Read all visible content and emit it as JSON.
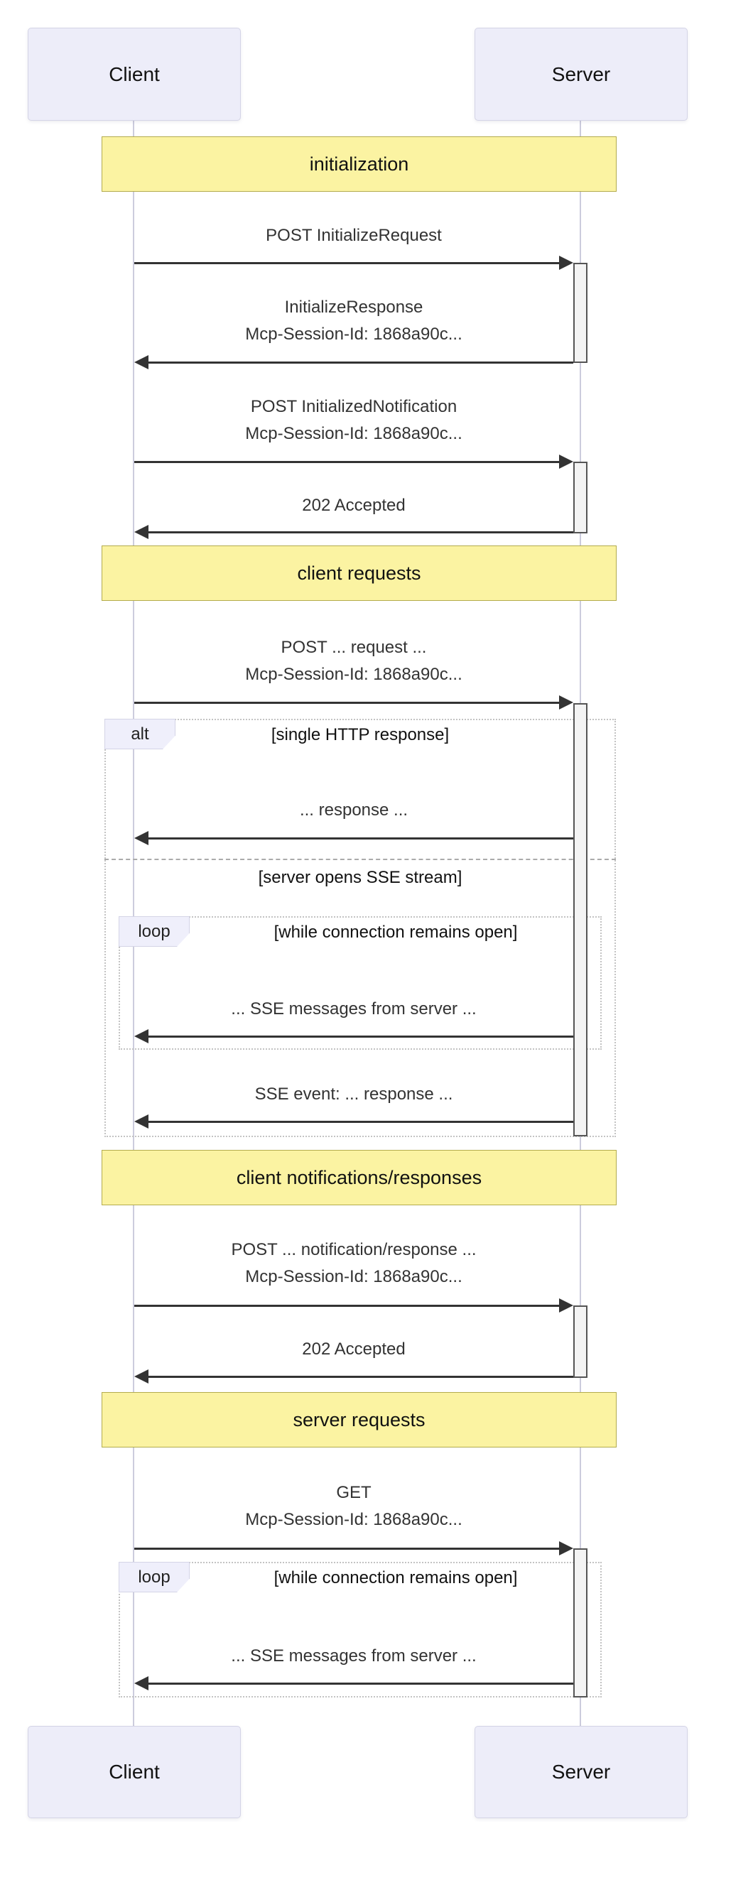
{
  "actors": {
    "client": "Client",
    "server": "Server"
  },
  "sections": {
    "initialization": "initialization",
    "client_requests": "client requests",
    "client_notifications": "client notifications/responses",
    "server_requests": "server requests"
  },
  "messages": {
    "m1": {
      "from": "client",
      "to": "server",
      "lines": [
        "POST InitializeRequest"
      ]
    },
    "m2": {
      "from": "server",
      "to": "client",
      "lines": [
        "InitializeResponse",
        "Mcp-Session-Id: 1868a90c..."
      ]
    },
    "m3": {
      "from": "client",
      "to": "server",
      "lines": [
        "POST InitializedNotification",
        "Mcp-Session-Id: 1868a90c..."
      ]
    },
    "m4": {
      "from": "server",
      "to": "client",
      "lines": [
        "202 Accepted"
      ]
    },
    "m5": {
      "from": "client",
      "to": "server",
      "lines": [
        "POST ... request ...",
        "Mcp-Session-Id: 1868a90c..."
      ]
    },
    "m6": {
      "from": "server",
      "to": "client",
      "lines": [
        "... response ..."
      ]
    },
    "m7": {
      "from": "server",
      "to": "client",
      "lines": [
        "... SSE messages from server ..."
      ]
    },
    "m8": {
      "from": "server",
      "to": "client",
      "lines": [
        "SSE event: ... response ..."
      ]
    },
    "m9": {
      "from": "client",
      "to": "server",
      "lines": [
        "POST ... notification/response ...",
        "Mcp-Session-Id: 1868a90c..."
      ]
    },
    "m10": {
      "from": "server",
      "to": "client",
      "lines": [
        "202 Accepted"
      ]
    },
    "m11": {
      "from": "client",
      "to": "server",
      "lines": [
        "GET",
        "Mcp-Session-Id: 1868a90c..."
      ]
    },
    "m12": {
      "from": "server",
      "to": "client",
      "lines": [
        "... SSE messages from server ..."
      ]
    }
  },
  "frames": {
    "alt": {
      "label": "alt",
      "guard1": "[single HTTP response]",
      "guard2": "[server opens SSE stream]"
    },
    "loop1": {
      "label": "loop",
      "guard": "[while connection remains open]"
    },
    "loop2": {
      "label": "loop",
      "guard": "[while connection remains open]"
    }
  },
  "colors": {
    "header_fill": "#FBF3A2",
    "header_border": "#B3AC4E",
    "actor_fill": "#EDEDF9",
    "actor_border": "#D4D4E6",
    "lifeline": "#CCCCDD",
    "arrow": "#333333",
    "activation_fill": "#F4F4F4",
    "activation_border": "#555555",
    "frame_border": "#C3C3C3",
    "label_fill": "#EFEFFB",
    "divider": "#ABABAB"
  }
}
